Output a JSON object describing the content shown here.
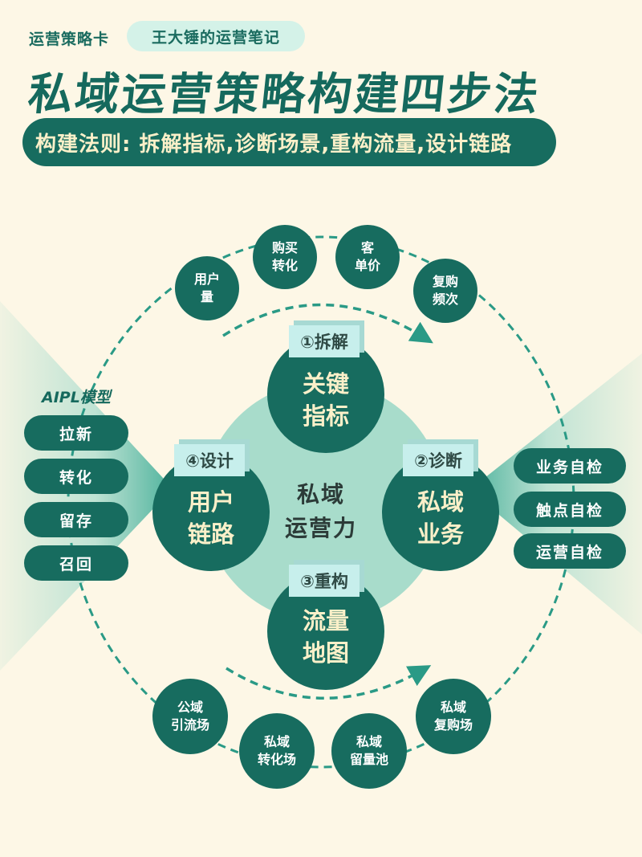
{
  "header": {
    "brand": "运营策略卡",
    "author": "王大锤的运营笔记",
    "title": "私域运营策略构建四步法",
    "rule": "构建法则: 拆解指标,诊断场景,重构流量,设计链路"
  },
  "colors": {
    "background": "#fdf7e6",
    "primary": "#176c5f",
    "tag_bg": "#c7efec",
    "center_disc": "#a8dccb",
    "text_light": "#fbf0c9",
    "dash": "#2a9a86"
  },
  "center": {
    "line1": "私域",
    "line2": "运营力"
  },
  "steps": [
    {
      "tag": "①拆解",
      "line1": "关键",
      "line2": "指标"
    },
    {
      "tag": "②诊断",
      "line1": "私域",
      "line2": "业务"
    },
    {
      "tag": "③重构",
      "line1": "流量",
      "line2": "地图"
    },
    {
      "tag": "④设计",
      "line1": "用户",
      "line2": "链路"
    }
  ],
  "top_metrics": [
    {
      "line1": "用户",
      "line2": "量"
    },
    {
      "line1": "购买",
      "line2": "转化"
    },
    {
      "line1": "客",
      "line2": "单价"
    },
    {
      "line1": "复购",
      "line2": "频次"
    }
  ],
  "bottom_fields": [
    {
      "line1": "公域",
      "line2": "引流场"
    },
    {
      "line1": "私域",
      "line2": "转化场"
    },
    {
      "line1": "私域",
      "line2": "留量池"
    },
    {
      "line1": "私域",
      "line2": "复购场"
    }
  ],
  "aipl": {
    "label": "AIPL模型",
    "items": [
      "拉新",
      "转化",
      "留存",
      "召回"
    ]
  },
  "self_checks": [
    "业务自检",
    "触点自检",
    "运营自检"
  ]
}
